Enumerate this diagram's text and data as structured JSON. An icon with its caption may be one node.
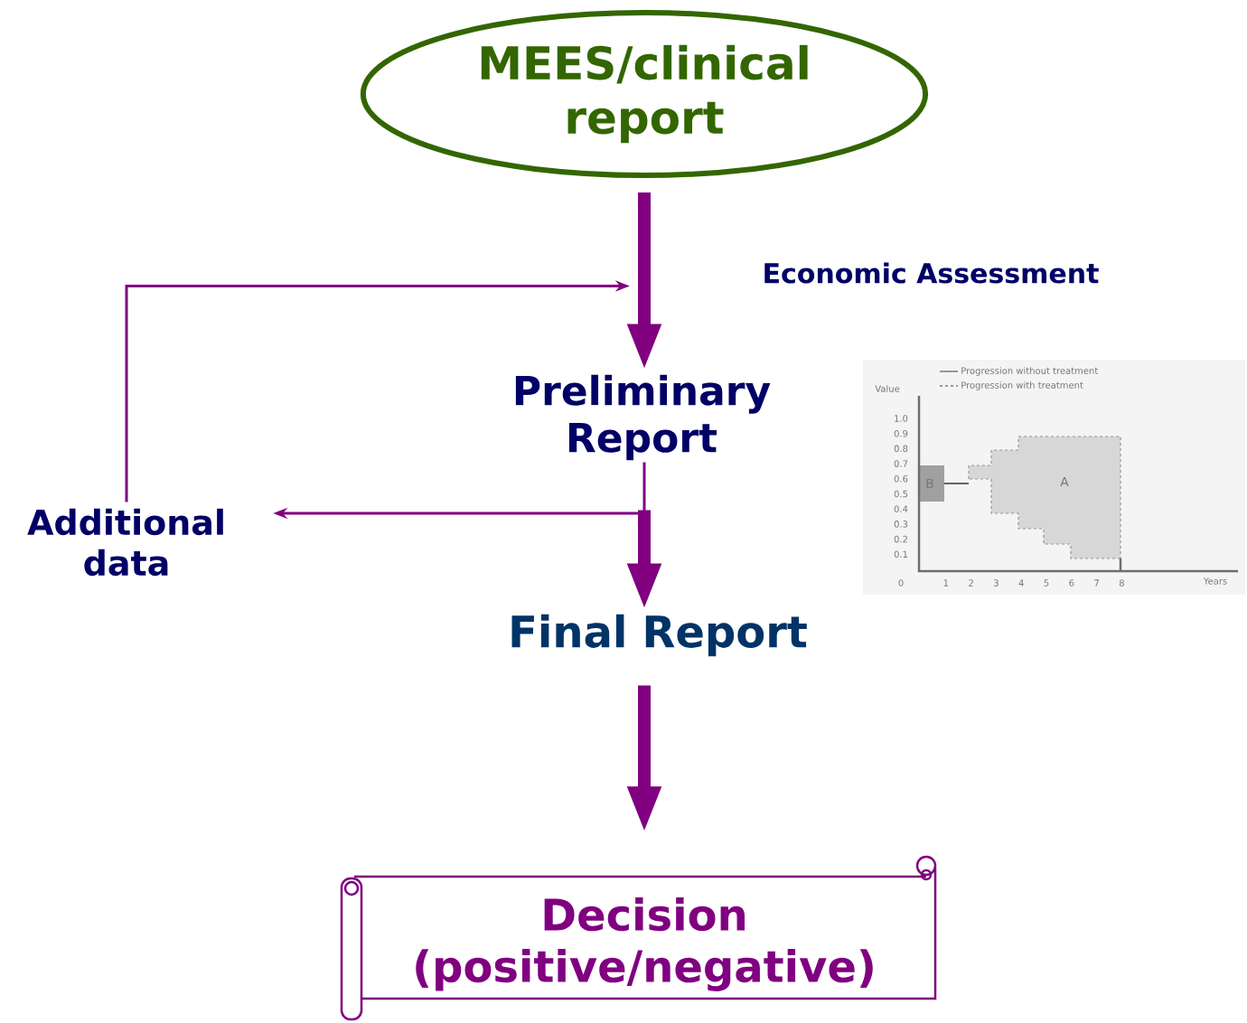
{
  "diagram": {
    "nodes": [
      {
        "text": [
          "MEES/clinical report"
        ]
      },
      {
        "text": [
          "Preliminary Report"
        ]
      },
      {
        "text": [
          "Final Report"
        ]
      },
      {
        "text": [
          "Decision (positive/negative)"
        ]
      },
      {
        "text": [
          "Additional data"
        ]
      }
    ],
    "edges": [
      {
        "from": 0,
        "to": 1,
        "arrow": "to",
        "label": "Economic Assessment"
      },
      {
        "from": 1,
        "to": 2,
        "arrow": "to"
      },
      {
        "from": 2,
        "to": 3,
        "arrow": "to"
      },
      {
        "from": 1,
        "to": 4,
        "arrow": "to"
      },
      {
        "from": 4,
        "to": 1,
        "arrow": "to"
      }
    ],
    "labels": [
      "Value",
      "1.0",
      "0.9",
      "0.8",
      "0.7",
      "0.6",
      "0.5",
      "0.4",
      "0.3",
      "0.2",
      "0.1",
      "B",
      "A",
      "0",
      "1",
      "2",
      "3",
      "4",
      "5",
      "6",
      "7",
      "8",
      "Years"
    ],
    "legend": [
      {
        "text": "Progression without treatment"
      },
      {
        "text": "Progression with treatment"
      }
    ]
  }
}
